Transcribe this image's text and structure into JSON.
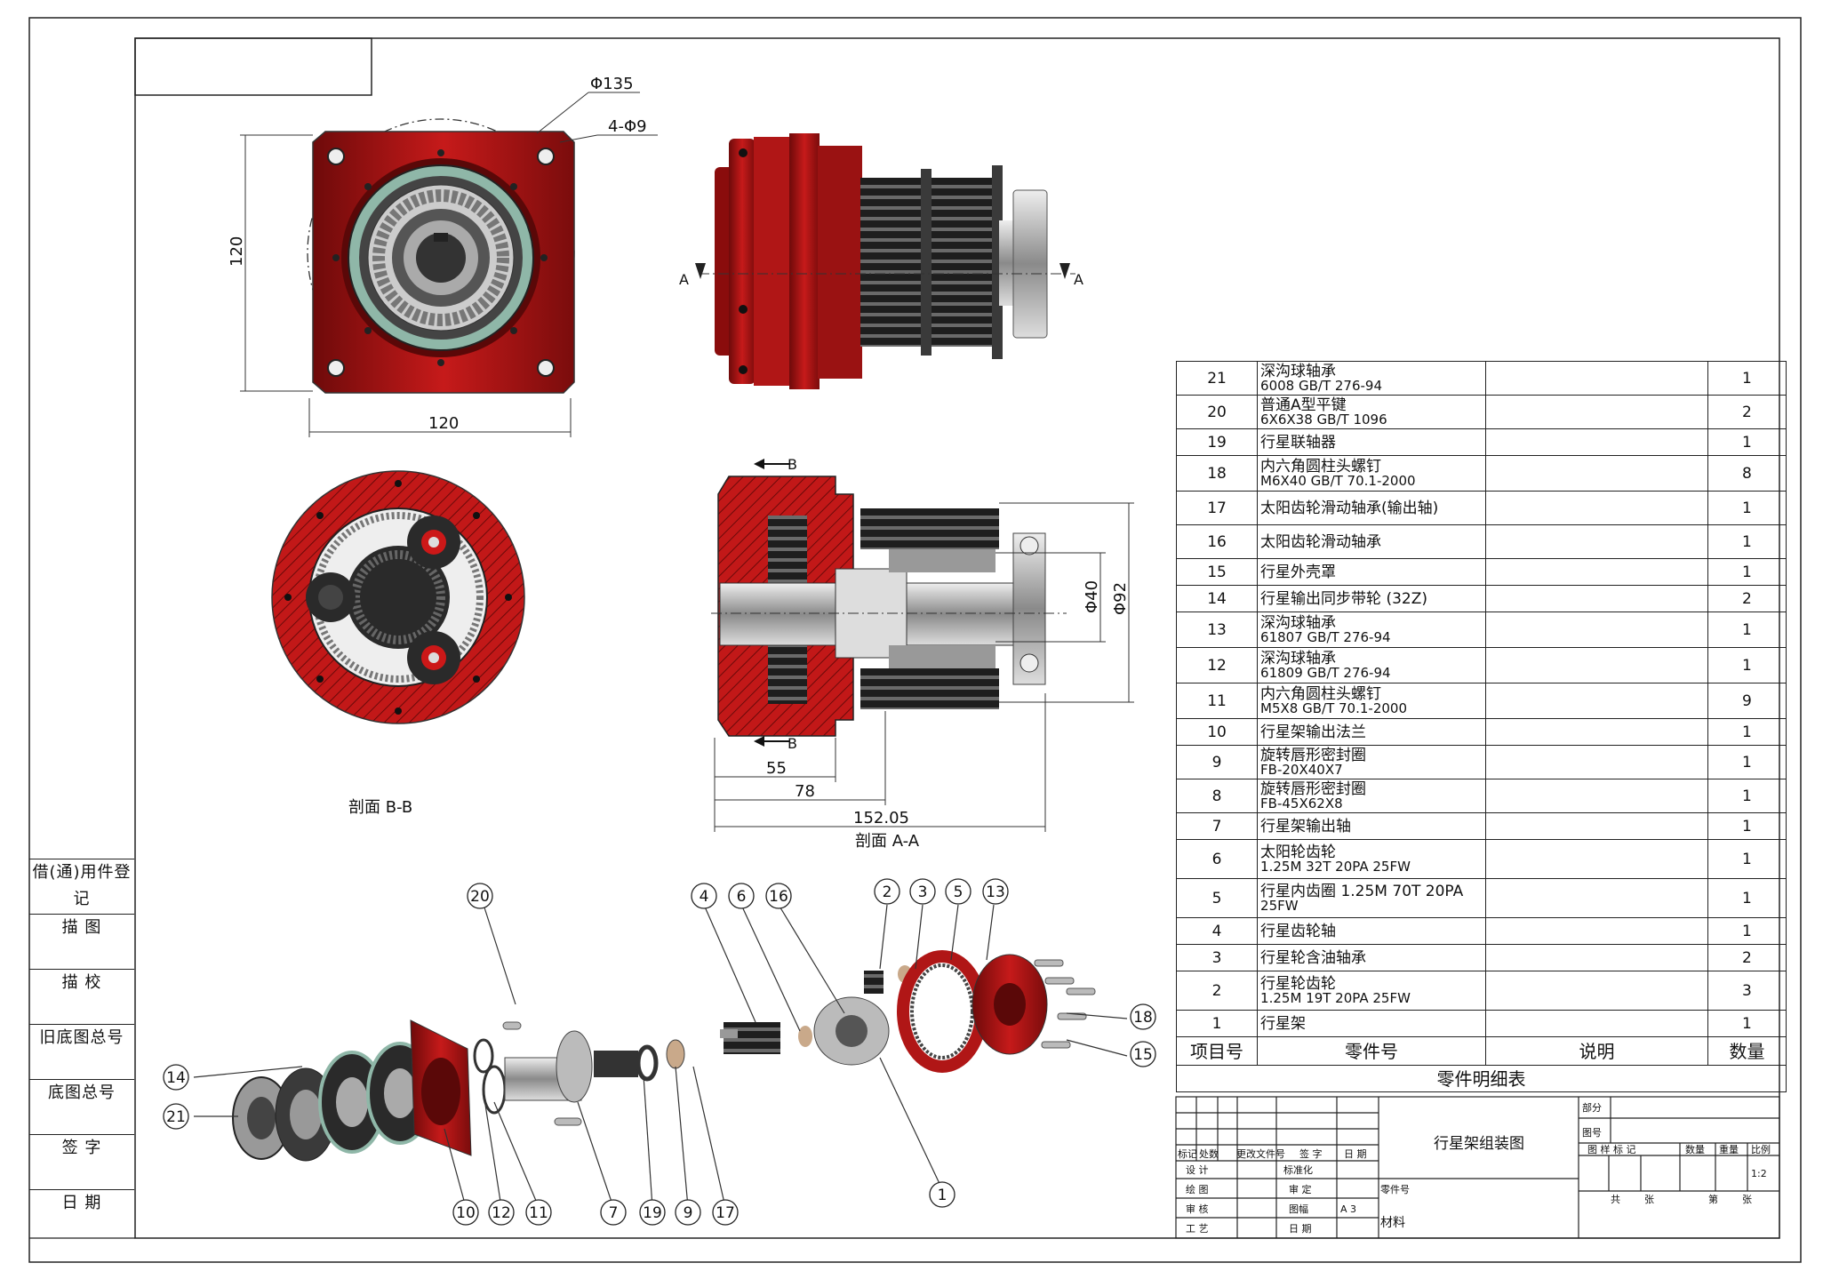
{
  "drawing": {
    "title": "行星架组装图",
    "scale": "1:2",
    "sheet_size": "A 3",
    "parts_list_title": "零件明细表"
  },
  "dimensions": {
    "front": {
      "dia_135": "Φ135",
      "holes": "4-Φ9",
      "height": "120",
      "width": "120"
    },
    "section_aa": {
      "d40": "Φ40",
      "d92": "Φ92",
      "l55": "55",
      "l78": "78",
      "l152": "152.05"
    },
    "section_markers": {
      "a": "A",
      "b": "B"
    }
  },
  "labels": {
    "section_bb": "剖面 B-B",
    "section_aa": "剖面 A-A"
  },
  "balloons": [
    "20",
    "4",
    "6",
    "16",
    "2",
    "3",
    "5",
    "13",
    "18",
    "15",
    "14",
    "21",
    "10",
    "12",
    "11",
    "7",
    "19",
    "9",
    "17",
    "1"
  ],
  "bom": {
    "headers": {
      "no": "项目号",
      "part": "零件号",
      "desc": "说明",
      "qty": "数量"
    },
    "rows": [
      {
        "no": "21",
        "name": "深沟球轴承",
        "spec": "6008 GB/T 276-94",
        "qty": "1"
      },
      {
        "no": "20",
        "name": "普通A型平键",
        "spec": "6X6X38 GB/T 1096",
        "qty": "2"
      },
      {
        "no": "19",
        "name": "行星联轴器",
        "spec": "",
        "qty": "1"
      },
      {
        "no": "18",
        "name": "内六角圆柱头螺钉",
        "spec": "M6X40 GB/T 70.1-2000",
        "qty": "8"
      },
      {
        "no": "17",
        "name": "太阳齿轮滑动轴承(输出轴)",
        "spec": "",
        "qty": "1"
      },
      {
        "no": "16",
        "name": "太阳齿轮滑动轴承",
        "spec": "",
        "qty": "1"
      },
      {
        "no": "15",
        "name": "行星外壳罩",
        "spec": "",
        "qty": "1"
      },
      {
        "no": "14",
        "name": "行星输出同步带轮 (32Z)",
        "spec": "",
        "qty": "2"
      },
      {
        "no": "13",
        "name": "深沟球轴承",
        "spec": "61807 GB/T 276-94",
        "qty": "1"
      },
      {
        "no": "12",
        "name": "深沟球轴承",
        "spec": "61809 GB/T 276-94",
        "qty": "1"
      },
      {
        "no": "11",
        "name": "内六角圆柱头螺钉",
        "spec": "M5X8 GB/T 70.1-2000",
        "qty": "9"
      },
      {
        "no": "10",
        "name": "行星架输出法兰",
        "spec": "",
        "qty": "1"
      },
      {
        "no": "9",
        "name": "旋转唇形密封圈",
        "spec": "FB-20X40X7",
        "qty": "1"
      },
      {
        "no": "8",
        "name": "旋转唇形密封圈",
        "spec": "FB-45X62X8",
        "qty": "1"
      },
      {
        "no": "7",
        "name": "行星架输出轴",
        "spec": "",
        "qty": "1"
      },
      {
        "no": "6",
        "name": "太阳轮齿轮",
        "spec": "1.25M 32T 20PA 25FW",
        "qty": "1"
      },
      {
        "no": "5",
        "name": "行星内齿圈 1.25M 70T 20PA",
        "spec": "25FW",
        "qty": "1"
      },
      {
        "no": "4",
        "name": "行星齿轮轴",
        "spec": "",
        "qty": "1"
      },
      {
        "no": "3",
        "name": "行星轮含油轴承",
        "spec": "",
        "qty": "2"
      },
      {
        "no": "2",
        "name": "行星轮齿轮",
        "spec": "1.25M 19T 20PA 25FW",
        "qty": "3"
      },
      {
        "no": "1",
        "name": "行星架",
        "spec": "",
        "qty": "1"
      }
    ]
  },
  "left_column": [
    "借(通)用件登记",
    "描 图",
    "描 校",
    "旧底图总号",
    "底图总号",
    "签 字",
    "日 期"
  ],
  "title_block": {
    "row_labels": [
      "标记",
      "处数",
      "更改文件号",
      "签 字",
      "日 期"
    ],
    "roles_left": [
      "设 计",
      "绘 图",
      "审 核",
      "工 艺"
    ],
    "roles_mid": [
      "标准化",
      "审 定",
      "图幅",
      "日 期"
    ],
    "part_no": "零件号",
    "material": "材料",
    "right_labels": [
      "部分",
      "图号"
    ],
    "right_row": [
      "图 样 标 记",
      "数量",
      "重量",
      "比例"
    ],
    "sheets": [
      "共",
      "张",
      "第",
      "张"
    ]
  },
  "colors": {
    "housing": "#b31414",
    "dark": "#1a1a1a",
    "metal": "#c8c8c8"
  }
}
